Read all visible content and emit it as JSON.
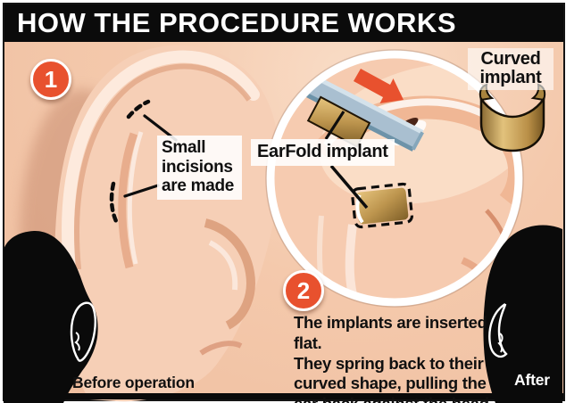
{
  "title": "HOW THE PROCEDURE WORKS",
  "steps": [
    {
      "number": "1"
    },
    {
      "number": "2",
      "text": "The implants are inserted flat.\nThey spring back to their\ncurved shape, pulling the\near back against the head."
    }
  ],
  "labels": {
    "small_incisions": "Small\nincisions\nare made",
    "earfold_implant": "EarFold implant",
    "curved_implant": "Curved\nimplant",
    "before_operation": "Before operation",
    "after": "After"
  },
  "colors": {
    "accent_red": "#e8512e",
    "implant_gold": "#c9a455",
    "tool_blue": "#9db7cb",
    "skin_background": "#f2c3a6",
    "titlebar_black": "#0b0b0b"
  }
}
